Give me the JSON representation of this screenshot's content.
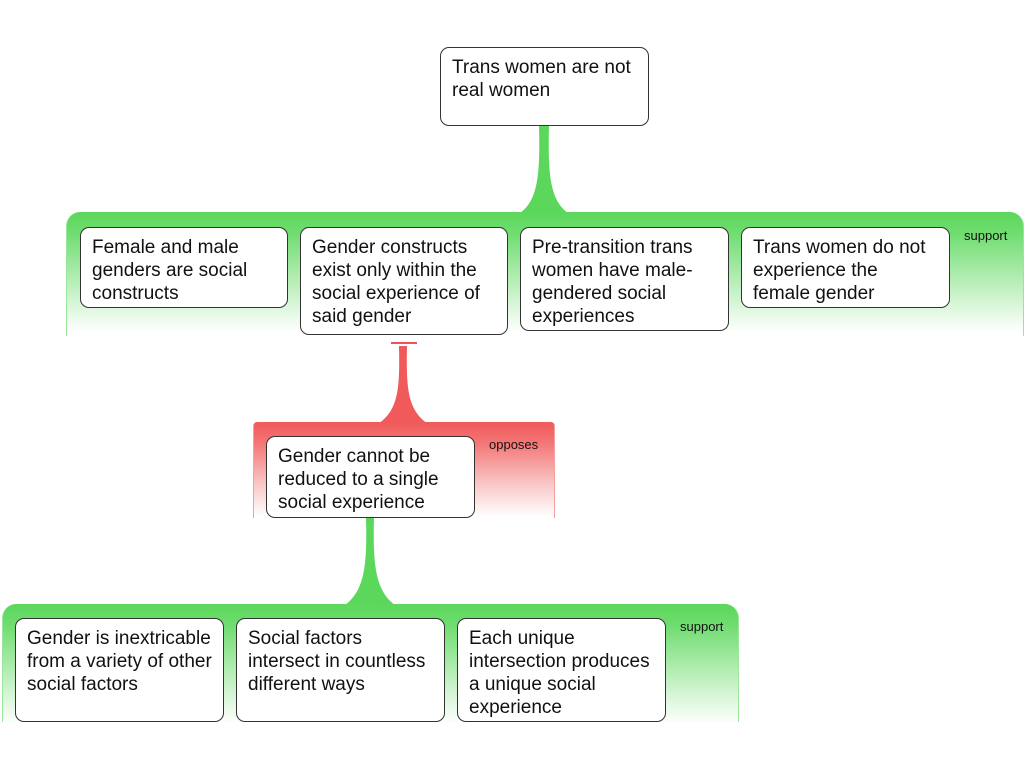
{
  "root": {
    "text": "Trans women are not real women"
  },
  "support_group_1": {
    "label": "support",
    "nodes": [
      "Female and male genders are social constructs",
      "Gender constructs exist only within the social experience of said gender",
      "Pre-transition trans women have male-gendered social experiences",
      "Trans women do not experience the female gender"
    ]
  },
  "opposes_group": {
    "label": "opposes",
    "nodes": [
      "Gender cannot be reduced to a single social experience"
    ]
  },
  "support_group_2": {
    "label": "support",
    "nodes": [
      "Gender is inextricable from a variety of other social factors",
      "Social factors intersect in countless different ways",
      "Each unique intersection produces a unique social experience"
    ]
  },
  "colors": {
    "support": "#5bd75b",
    "opposes": "#f05a5a"
  }
}
